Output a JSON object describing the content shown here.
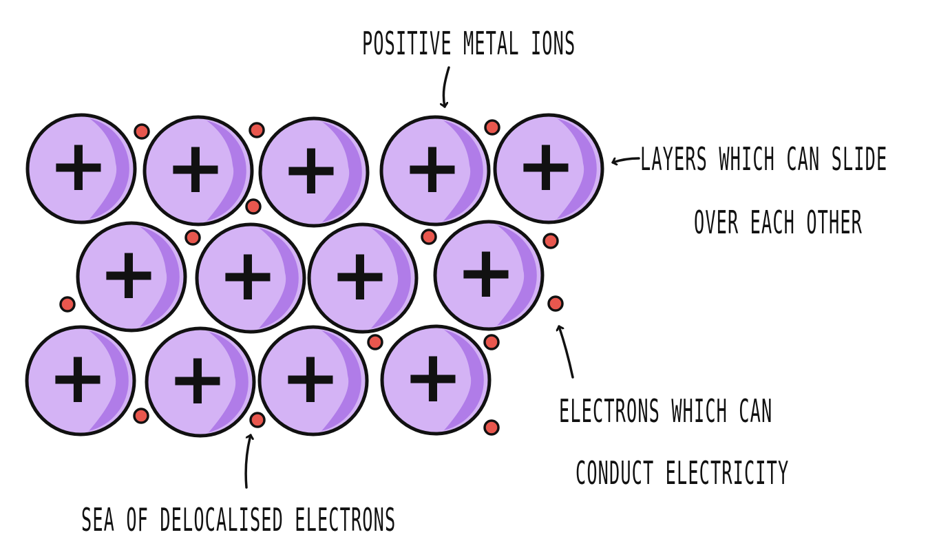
{
  "labels": {
    "positive_ions": "POSITIVE METAL IONS",
    "layers_line1": "LAYERS WHICH CAN SLIDE",
    "layers_line2": "OVER EACH OTHER",
    "electrons_line1": "ELECTRONS WHICH CAN",
    "electrons_line2": "CONDUCT ELECTRICITY",
    "sea": "SEA OF DELOCALISED ELECTRONS"
  },
  "ion_sign": "+",
  "colors": {
    "ion_fill": "#d4b3f5",
    "ion_shade": "#b07ce8",
    "outline": "#111111",
    "electron": "#e8574e"
  }
}
